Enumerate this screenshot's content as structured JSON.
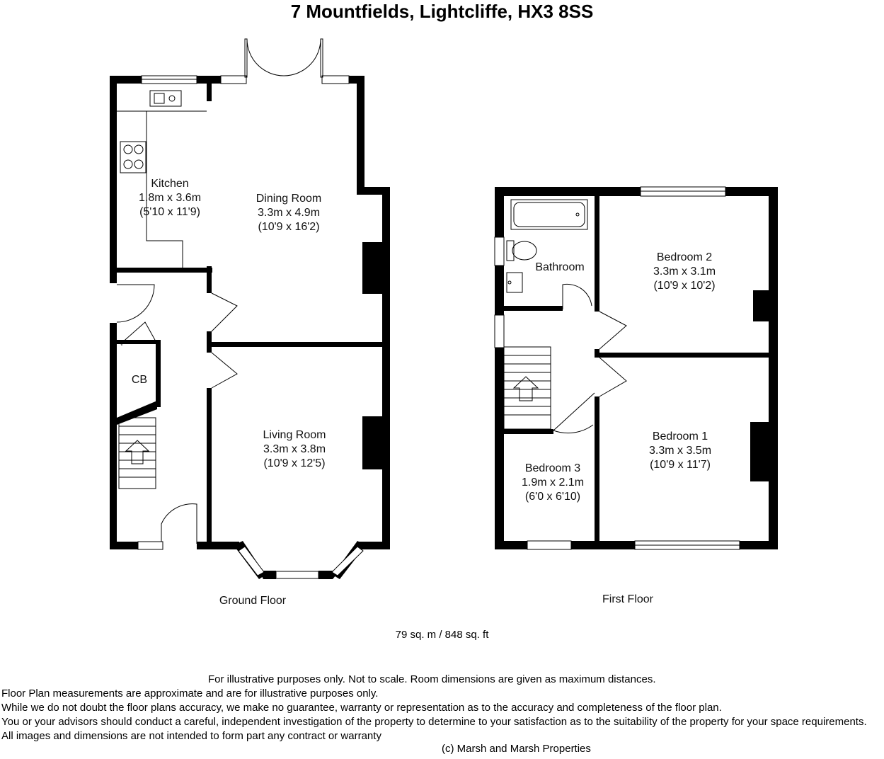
{
  "title": "7 Mountfields, Lightcliffe, HX3 8SS",
  "floors": {
    "ground": {
      "label": "Ground Floor",
      "rooms": {
        "kitchen": {
          "name": "Kitchen",
          "metric": "1.8m x 3.6m",
          "imperial": "(5'10 x 11'9)"
        },
        "dining": {
          "name": "Dining Room",
          "metric": "3.3m x 4.9m",
          "imperial": "(10'9 x 16'2)"
        },
        "living": {
          "name": "Living Room",
          "metric": "3.3m x 3.8m",
          "imperial": "(10'9 x 12'5)"
        },
        "cupboard": {
          "name": "CB"
        }
      }
    },
    "first": {
      "label": "First Floor",
      "rooms": {
        "bathroom": {
          "name": "Bathroom"
        },
        "bedroom2": {
          "name": "Bedroom 2",
          "metric": "3.3m x 3.1m",
          "imperial": "(10'9 x 10'2)"
        },
        "bedroom1": {
          "name": "Bedroom 1",
          "metric": "3.3m x 3.5m",
          "imperial": "(10'9 x 11'7)"
        },
        "bedroom3": {
          "name": "Bedroom 3",
          "metric": "1.9m x 2.1m",
          "imperial": "(6'0 x 6'10)"
        }
      }
    }
  },
  "total_area": "79 sq. m  / 848 sq. ft",
  "disclaimer": {
    "line1": "For illustrative purposes only.  Not to scale.  Room dimensions are given as maximum distances.",
    "line2": "Floor Plan measurements are approximate and are for illustrative purposes only.",
    "line3": "While we do not doubt the floor plans accuracy, we make no guarantee, warranty or representation as to the accuracy and completeness of the floor plan.",
    "line4": "You or your advisors should conduct a careful, independent investigation of the property to determine to your satisfaction as to the suitability of the property for your space requirements.",
    "line5": " All images and dimensions are not intended to form part any contract or warranty",
    "copyright": "(c) Marsh and Marsh Properties"
  }
}
